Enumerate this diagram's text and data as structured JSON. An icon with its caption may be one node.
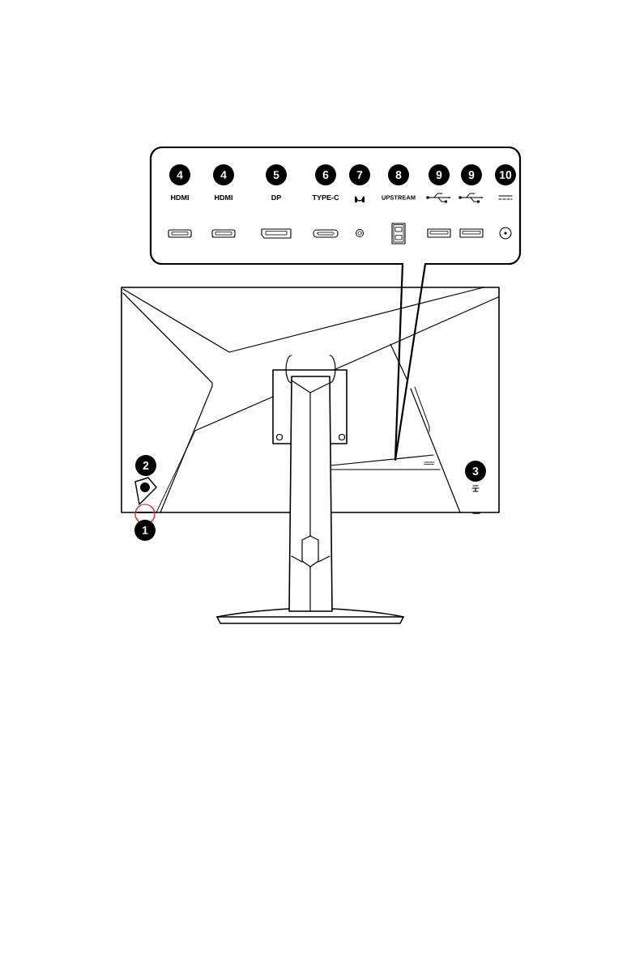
{
  "diagram": {
    "nodes": [
      {
        "text": [
          "HDMI",
          "HDMI",
          "DP",
          "TYPE-C",
          "UPSTREAM"
        ]
      },
      {
        "text": [
          "4"
        ],
        "in": 0
      },
      {
        "text": [
          "4"
        ],
        "in": 0
      },
      {
        "text": [
          "5"
        ],
        "in": 0
      },
      {
        "text": [
          "6"
        ],
        "in": 0
      },
      {
        "text": [
          "7"
        ],
        "in": 0
      },
      {
        "text": [
          "8"
        ],
        "in": 0
      },
      {
        "text": [
          "9"
        ],
        "in": 0
      },
      {
        "text": [
          "9"
        ],
        "in": 0
      },
      {
        "text": [
          "10"
        ],
        "in": 0
      },
      {
        "text": [
          "2"
        ]
      },
      {
        "text": [
          "3"
        ]
      },
      {
        "text": [
          "1"
        ]
      }
    ]
  }
}
